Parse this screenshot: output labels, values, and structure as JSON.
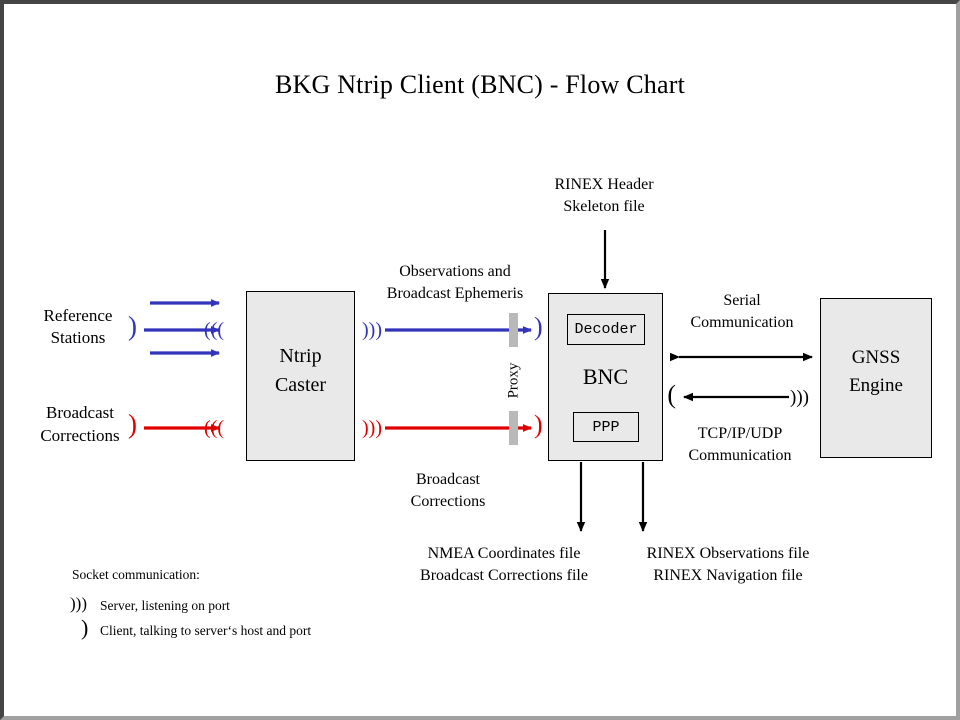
{
  "title": "BKG Ntrip Client (BNC)  -  Flow Chart",
  "colors": {
    "blue": "#3333bb",
    "red": "#e00000",
    "box_fill": "#e9e9e9",
    "box_border": "#000000",
    "proxy_bar": "#b9b9b9",
    "frame_dark": "#454545",
    "frame_light": "#a0a0a0",
    "background": "#ffffff"
  },
  "nodes": {
    "reference_stations": {
      "line1": "Reference",
      "line2": "Stations"
    },
    "broadcast_corrections_src": {
      "line1": "Broadcast",
      "line2": "Corrections"
    },
    "ntrip_caster": {
      "line1": "Ntrip",
      "line2": "Caster"
    },
    "bnc": {
      "label": "BNC",
      "decoder": "Decoder",
      "ppp": "PPP"
    },
    "gnss_engine": {
      "line1": "GNSS",
      "line2": "Engine"
    }
  },
  "labels": {
    "proxy": "Proxy",
    "rinex_header": {
      "line1": "RINEX Header",
      "line2": "Skeleton file"
    },
    "observations": {
      "line1": "Observations and",
      "line2": "Broadcast Ephemeris"
    },
    "broadcast_corrections_flow": {
      "line1": "Broadcast",
      "line2": "Corrections"
    },
    "serial": {
      "line1": "Serial",
      "line2": "Communication"
    },
    "tcpip": {
      "line1": "TCP/IP/UDP",
      "line2": "Communication"
    },
    "output_left": {
      "line1": "NMEA Coordinates file",
      "line2": "Broadcast Corrections file"
    },
    "output_right": {
      "line1": "RINEX Observations file",
      "line2": "RINEX Navigation file"
    }
  },
  "legend": {
    "title": "Socket communication:",
    "server": {
      "glyph": "server-antenna-icon",
      "text": "Server, listening  on port"
    },
    "client": {
      "glyph": "client-paren-icon",
      "text": "Client, talking to server‘s  host and port"
    }
  },
  "socket_glyphs": {
    "server": ")))",
    "client": ")"
  }
}
